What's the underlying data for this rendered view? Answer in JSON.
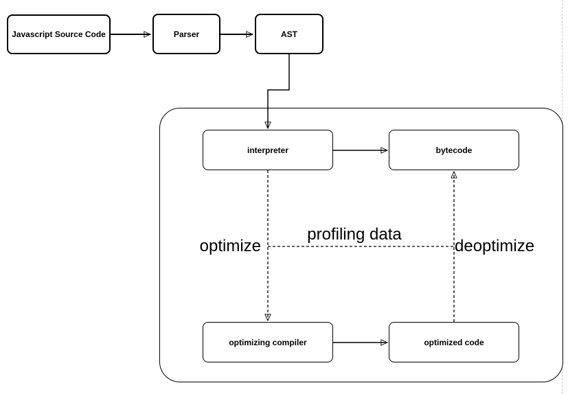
{
  "nodes": {
    "source": {
      "label": "Javascript Source Code"
    },
    "parser": {
      "label": "Parser"
    },
    "ast": {
      "label": "AST"
    },
    "interpreter": {
      "label": "interpreter"
    },
    "bytecode": {
      "label": "bytecode"
    },
    "optimizing_compiler": {
      "label": "optimizing compiler"
    },
    "optimized_code": {
      "label": "optimized code"
    }
  },
  "edge_labels": {
    "optimize": "optimize",
    "profiling_data": "profiling data",
    "deoptimize": "deoptimize"
  },
  "colors": {
    "stroke": "#000000",
    "node_fill": "#ffffff",
    "canvas_background": "#ffffff",
    "page_break_line": "#c8c8c8"
  }
}
